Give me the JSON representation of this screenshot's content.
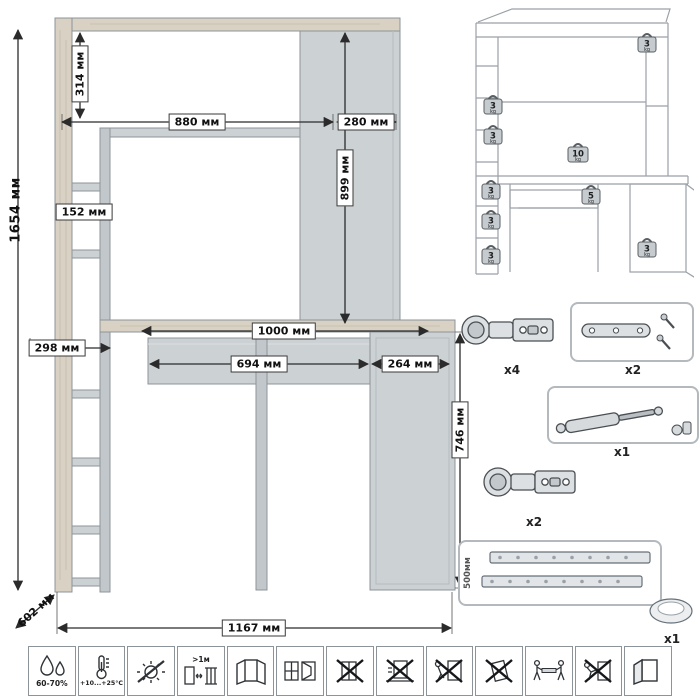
{
  "dimensions": {
    "total_height": "1654 мм",
    "hutch_height": "314 мм",
    "hutch_width": "880 мм",
    "side_section_width": "280 мм",
    "side_section_height": "899 мм",
    "shelf_opening_width": "152 мм",
    "shelf_depth": "298 мм",
    "desktop_width": "1000 мм",
    "drawer_width": "694 мм",
    "pedestal_width": "264 мм",
    "desk_height": "746 мм",
    "depth": "602 мм",
    "total_width": "1167 мм"
  },
  "load": {
    "unit": "kg",
    "weights": [
      {
        "v": "3"
      },
      {
        "v": "3"
      },
      {
        "v": "3"
      },
      {
        "v": "3"
      },
      {
        "v": "3"
      },
      {
        "v": "3"
      },
      {
        "v": "10"
      },
      {
        "v": "5"
      },
      {
        "v": "3"
      }
    ]
  },
  "hardware": {
    "hinge_top": {
      "qty": "x4"
    },
    "damper": {
      "qty": "x2"
    },
    "gas_lift": {
      "qty": "x1"
    },
    "hinge_door": {
      "qty": "x2"
    },
    "slides": {
      "length": "500мм"
    },
    "grommet": {
      "qty": "x1"
    }
  },
  "care": {
    "humidity": "60-70%",
    "temperature": "+10...+25°C",
    "heater_distance": ">1м"
  }
}
